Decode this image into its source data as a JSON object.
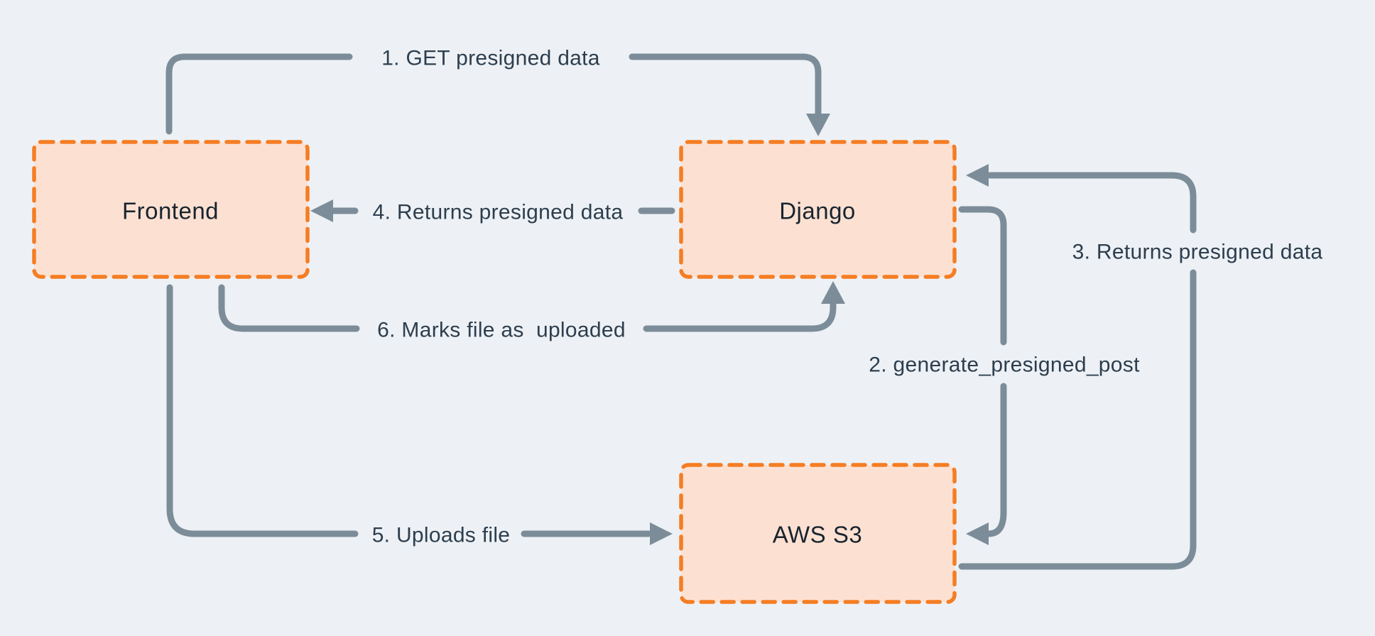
{
  "canvas": {
    "background": "#edf1f5"
  },
  "palette": {
    "node_fill": "#fce1d3",
    "node_border": "#f57d23",
    "connector": "#7c8d99",
    "edge_label_color": "#2d3e4e",
    "node_label_color": "#19242e"
  },
  "nodes": [
    {
      "id": "frontend",
      "label": "Frontend"
    },
    {
      "id": "django",
      "label": "Django"
    },
    {
      "id": "aws-s3",
      "label": "AWS S3"
    }
  ],
  "edges": [
    {
      "step": "1",
      "label": "1. GET presigned data",
      "from": "frontend",
      "to": "django"
    },
    {
      "step": "2",
      "label": "2. generate_presigned_post",
      "from": "django",
      "to": "aws-s3"
    },
    {
      "step": "3",
      "label": "3. Returns presigned data",
      "from": "aws-s3",
      "to": "django"
    },
    {
      "step": "4",
      "label": "4. Returns presigned data",
      "from": "django",
      "to": "frontend"
    },
    {
      "step": "5",
      "label": "5. Uploads file",
      "from": "frontend",
      "to": "aws-s3"
    },
    {
      "step": "6",
      "label": "6. Marks file as  uploaded",
      "from": "frontend",
      "to": "django"
    }
  ]
}
